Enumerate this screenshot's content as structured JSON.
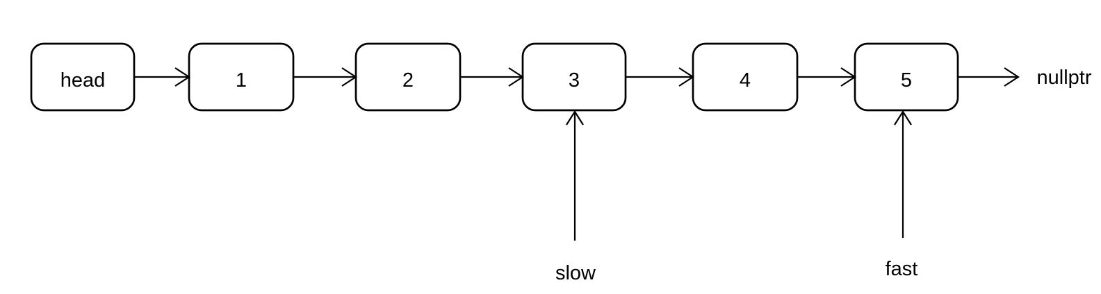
{
  "diagram": {
    "type": "singly-linked-list",
    "background_color": "#ffffff",
    "stroke_color": "#000000",
    "text_color": "#000000",
    "nodes": [
      {
        "label": "head"
      },
      {
        "label": "1"
      },
      {
        "label": "2"
      },
      {
        "label": "3"
      },
      {
        "label": "4"
      },
      {
        "label": "5"
      }
    ],
    "terminator": {
      "label": "nullptr"
    },
    "pointers": [
      {
        "label": "slow",
        "points_to_node": "3"
      },
      {
        "label": "fast",
        "points_to_node": "5"
      }
    ]
  }
}
